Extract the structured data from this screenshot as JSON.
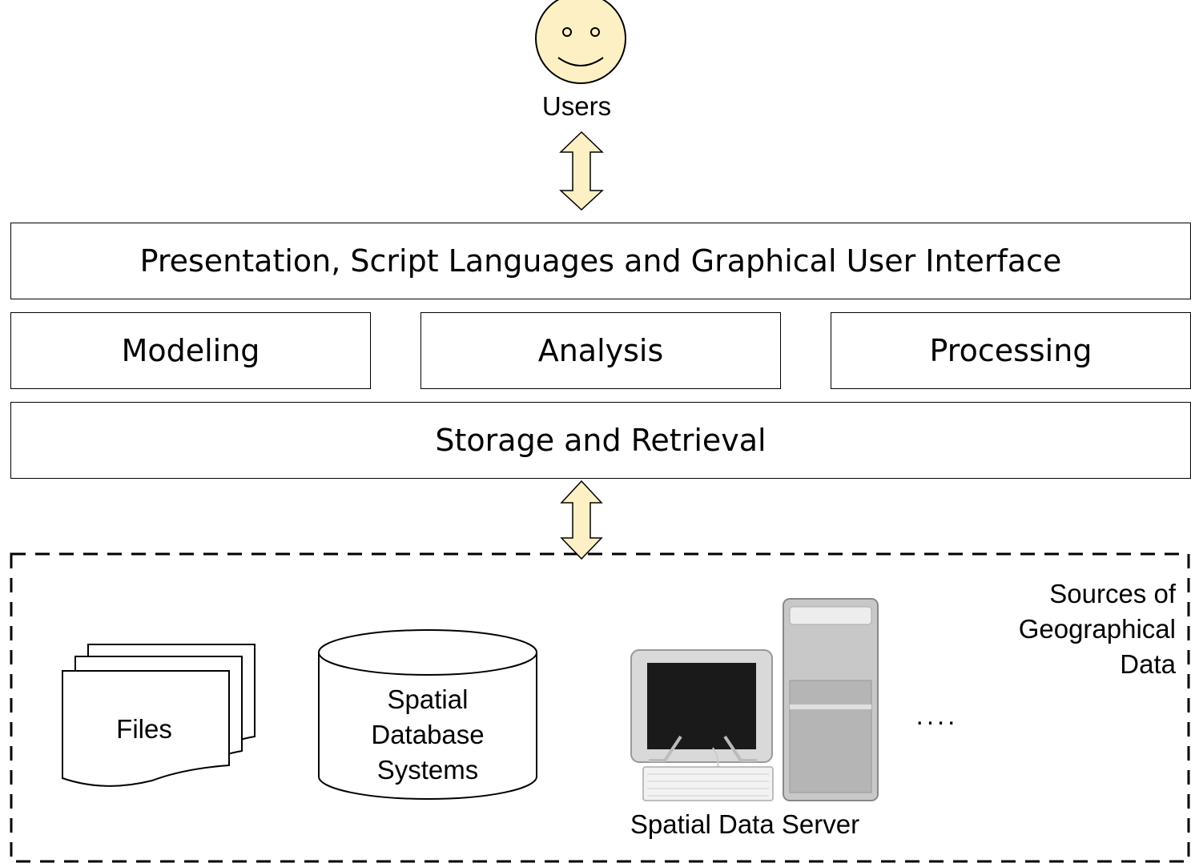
{
  "users": {
    "label": "Users"
  },
  "layers": {
    "presentation": "Presentation, Script Languages and Graphical User Interface",
    "modeling": "Modeling",
    "analysis": "Analysis",
    "processing": "Processing",
    "storage": "Storage and Retrieval"
  },
  "sources": {
    "title_lines": [
      "Sources of",
      "Geographical",
      "Data"
    ],
    "files": "Files",
    "database_lines": [
      "Spatial",
      "Database",
      "Systems"
    ],
    "server": "Spatial Data Server",
    "ellipsis": "...."
  },
  "colors": {
    "face_fill": "#fdf0c4",
    "arrow_fill": "#fdf0c4",
    "stroke": "#000000"
  }
}
